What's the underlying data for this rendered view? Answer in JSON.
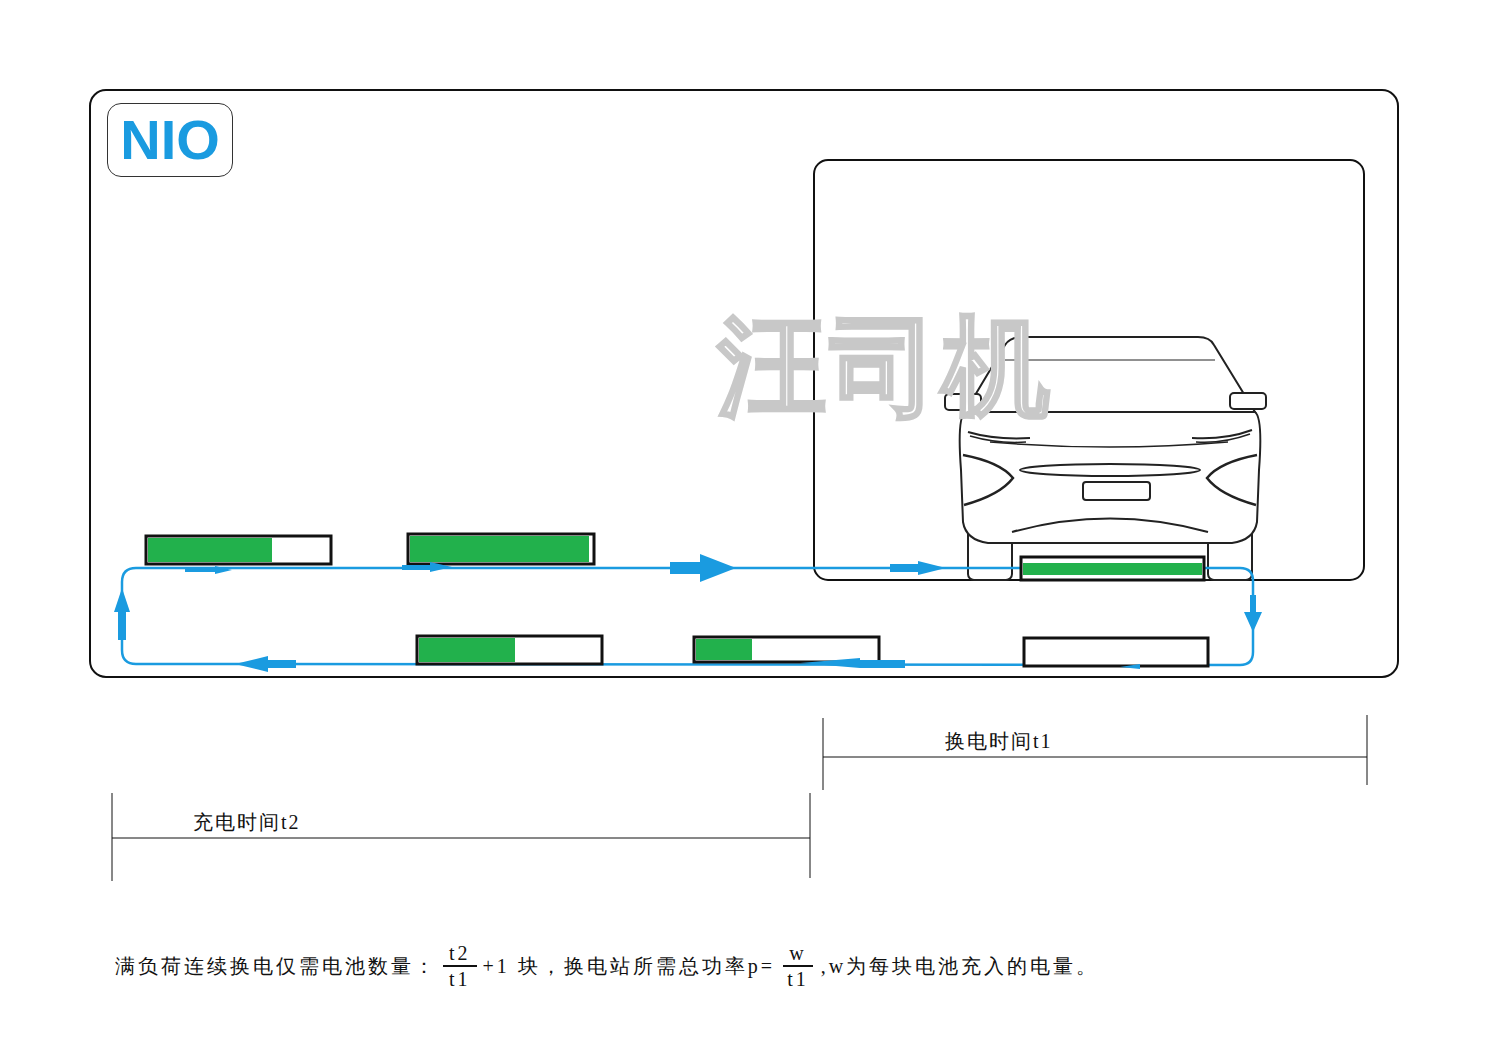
{
  "diagram": {
    "nodes": [
      {
        "text": [
          "NIO"
        ]
      }
    ],
    "labels": [
      "汪司机",
      "换电时间t1",
      "充电时间t2",
      "满负荷连续换电仅需电池数量：",
      "t2",
      "t1",
      "+1 块，换电站所需总功率p=",
      "w",
      "t1",
      ",w为每块电池充入的电量。"
    ]
  }
}
